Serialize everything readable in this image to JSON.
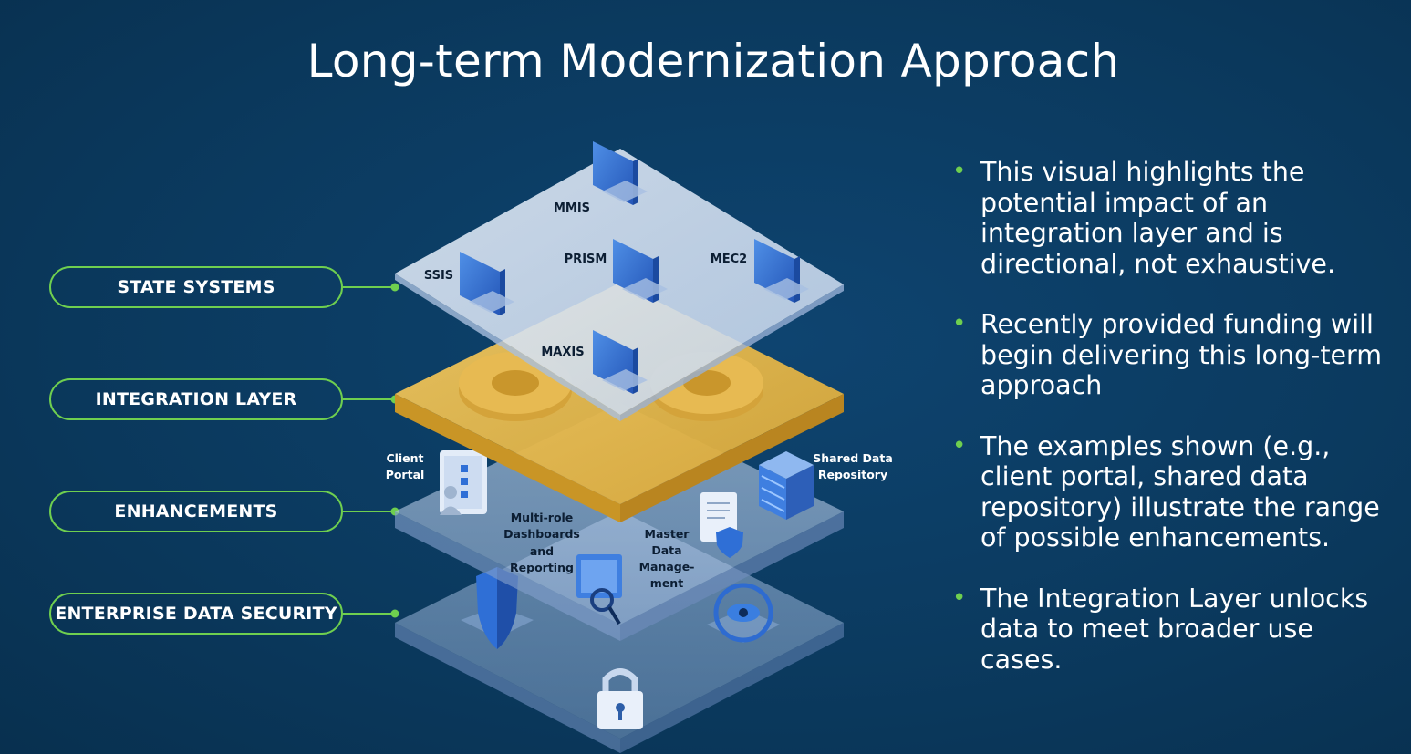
{
  "title": "Long-term Modernization Approach",
  "layers": [
    {
      "label": "STATE SYSTEMS"
    },
    {
      "label": "INTEGRATION LAYER"
    },
    {
      "label": "ENHANCEMENTS"
    },
    {
      "label": "ENTERPRISE DATA SECURITY"
    }
  ],
  "state_systems": {
    "mmis": "MMIS",
    "ssis": "SSIS",
    "prism": "PRISM",
    "mec2": "MEC2",
    "maxis": "MAXIS"
  },
  "enhancements": {
    "client_portal": [
      "Client",
      "Portal"
    ],
    "shared_data": [
      "Shared Data",
      "Repository"
    ],
    "dashboards": [
      "Multi-role",
      "Dashboards",
      "and",
      "Reporting"
    ],
    "master_data": [
      "Master",
      "Data",
      "Manage-",
      "ment"
    ]
  },
  "bullets": [
    "This visual highlights the potential impact of an integration layer and is directional, not exhaustive.",
    "Recently provided funding will begin delivering this long-term approach",
    "The examples shown (e.g., client portal, shared data repository) illustrate the range of possible enhancements.",
    "The Integration Layer unlocks data to meet broader use cases."
  ],
  "colors": {
    "background": "#0b3a5f",
    "accent_green": "#6fcf4f",
    "gold_layer": "#e8b94a",
    "light_layer": "#cfe0f3"
  }
}
